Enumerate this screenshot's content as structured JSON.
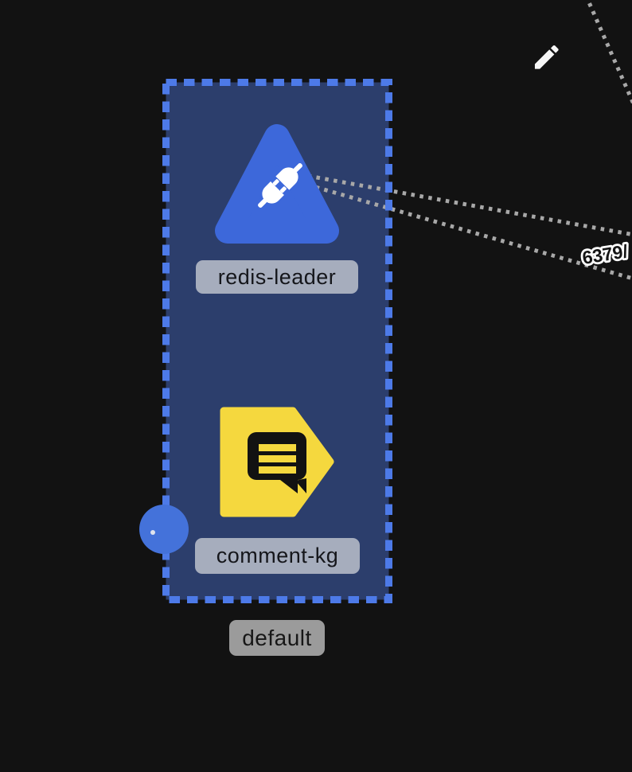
{
  "canvas": {
    "background_color": "#121212"
  },
  "edit_tool": {
    "icon": "pencil",
    "color": "#f6f6f6"
  },
  "namespace_group": {
    "label": "default",
    "selected": true,
    "fill_color": "#2c3e6c",
    "border_color": "#4d7ae8",
    "border_style": "dashed"
  },
  "nodes": [
    {
      "label": "redis-leader",
      "shape": "rounded-triangle",
      "shape_color": "#3d68da",
      "icon": "plug-disconnected-icon",
      "icon_color": "#ffffff",
      "label_bg_color": "#a6adbd"
    },
    {
      "label": "comment-kg",
      "shape": "pentagon-arrow",
      "shape_color": "#f5d83e",
      "icon": "comment-bubble-icon",
      "icon_color": "#121212",
      "label_bg_color": "#a6adbd"
    }
  ],
  "edges": {
    "style": "dotted",
    "color": "#a8a8a8",
    "port_label": "6379/"
  },
  "connection_handle": {
    "color": "#4472da",
    "dot_color": "#dfe4ee"
  }
}
